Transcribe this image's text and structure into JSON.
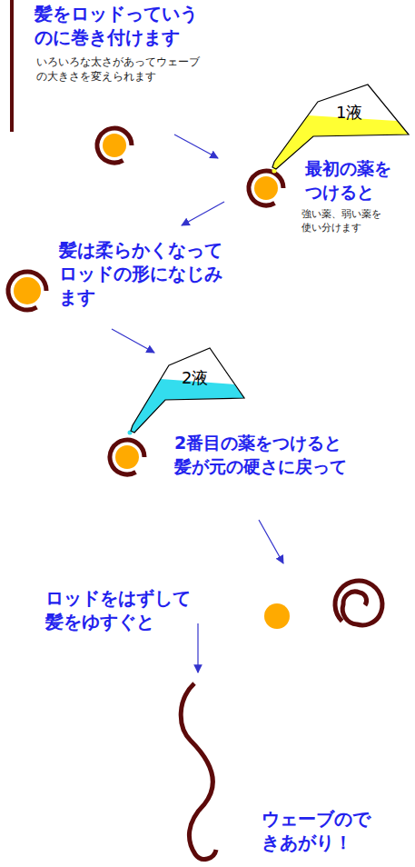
{
  "diagram": {
    "title": "髪をロッドっていうのに巻き付けます",
    "nodes": [
      {
        "text": [
          "1液"
        ]
      },
      {
        "text": [
          "2液"
        ]
      }
    ],
    "labels": [
      "いろいろな太さがあってウェーブの大きさを変えられます",
      "最初の薬をつけると",
      "強い薬、弱い薬を使い分けます",
      "髪は柔らかくなってロッドの形になじみます",
      "2番目の薬をつけると髪が元の硬さに戻って",
      "ロッドをはずして髪をゆすぐと",
      "ウェーブのできあがり！"
    ]
  }
}
